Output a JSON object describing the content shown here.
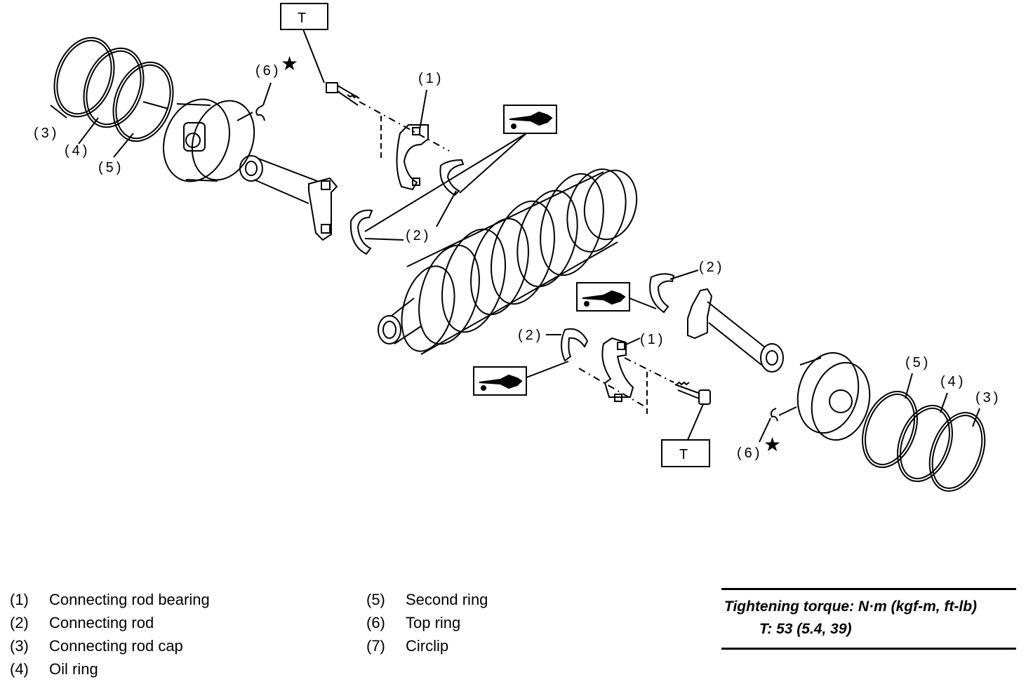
{
  "callouts": {
    "t_top": "T",
    "t_bottom": "T",
    "c1_top": "(1)",
    "c1_bottom": "(1)",
    "c2_top": "(2)",
    "c2_right": "(2)",
    "c2_bottom": "(2)",
    "c3_left": "(3)",
    "c3_right": "(3)",
    "c4_left": "(4)",
    "c4_right": "(4)",
    "c5_left": "(5)",
    "c5_right": "(5)",
    "c6_left": "(6)",
    "c6_right": "(6)",
    "star": "★"
  },
  "legend": {
    "left": [
      {
        "num": "(1)",
        "label": "Connecting rod bearing"
      },
      {
        "num": "(2)",
        "label": "Connecting rod"
      },
      {
        "num": "(3)",
        "label": "Connecting rod cap"
      },
      {
        "num": "(4)",
        "label": "Oil ring"
      }
    ],
    "right": [
      {
        "num": "(5)",
        "label": "Second ring"
      },
      {
        "num": "(6)",
        "label": "Top ring"
      },
      {
        "num": "(7)",
        "label": "Circlip"
      }
    ]
  },
  "torque": {
    "heading": "Tightening torque: N·m (kgf-m, ft-lb)",
    "value": "T: 53 (5.4, 39)"
  },
  "icons": [
    "oil-can-icon",
    "oil-can-icon",
    "oil-can-icon"
  ]
}
